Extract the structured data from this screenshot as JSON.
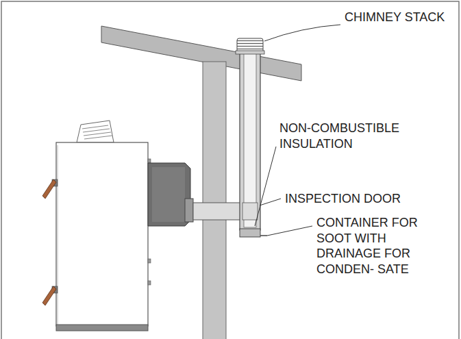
{
  "diagram": {
    "labels": [
      "CHIMNEY STACK",
      "NON-COMBUSTIBLE INSULATION",
      "INSPECTION DOOR",
      "CONTAINER FOR SOOT WITH DRAINAGE FOR CONDEN- SATE"
    ]
  }
}
